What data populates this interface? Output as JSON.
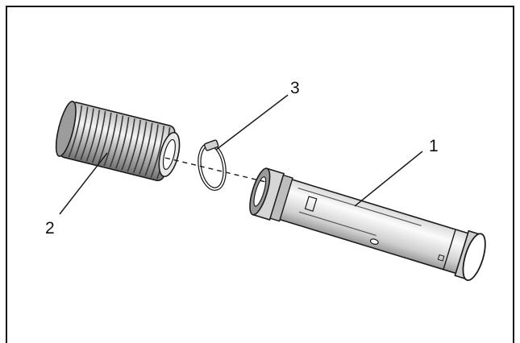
{
  "diagram": {
    "callouts": [
      {
        "id": "1",
        "label": "1",
        "part": "tube"
      },
      {
        "id": "2",
        "label": "2",
        "part": "boot"
      },
      {
        "id": "3",
        "label": "3",
        "part": "clamp"
      }
    ]
  },
  "colors": {
    "line": "#1a1a1a",
    "fill_light": "#f2f2f2",
    "fill_mid": "#cfcfcf",
    "fill_dark": "#8a8a8a",
    "frame": "#111111"
  }
}
